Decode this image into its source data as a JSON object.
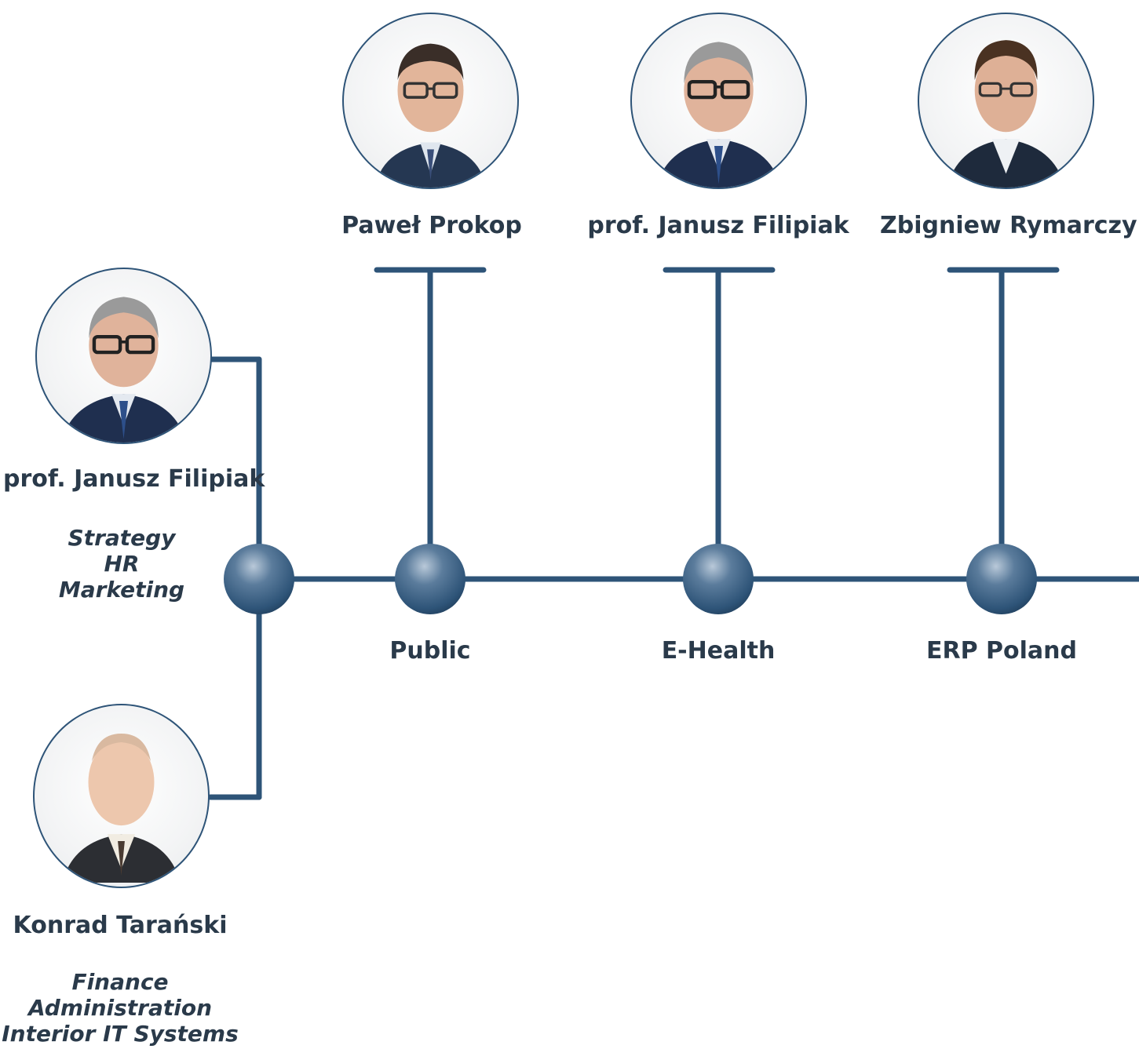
{
  "colors": {
    "line": "#2e5478",
    "node": "#2e5478",
    "text": "#2a3a4a"
  },
  "people": [
    {
      "name": "Paweł Prokop",
      "icon": "person-portrait-icon"
    },
    {
      "name": "prof. Janusz Filipiak",
      "icon": "person-portrait-icon"
    },
    {
      "name": "Zbigniew Rymarczyk",
      "icon": "person-portrait-icon"
    },
    {
      "name": "prof. Janusz Filipiak",
      "icon": "person-portrait-icon",
      "roles": [
        "Strategy",
        "HR",
        "Marketing"
      ]
    },
    {
      "name": "Konrad Tarański",
      "icon": "person-portrait-icon",
      "roles": [
        "Finance",
        "Administration",
        "Interior IT Systems"
      ]
    }
  ],
  "nodes": [
    {
      "label": "Public"
    },
    {
      "label": "E-Health"
    },
    {
      "label": "ERP Poland"
    }
  ]
}
